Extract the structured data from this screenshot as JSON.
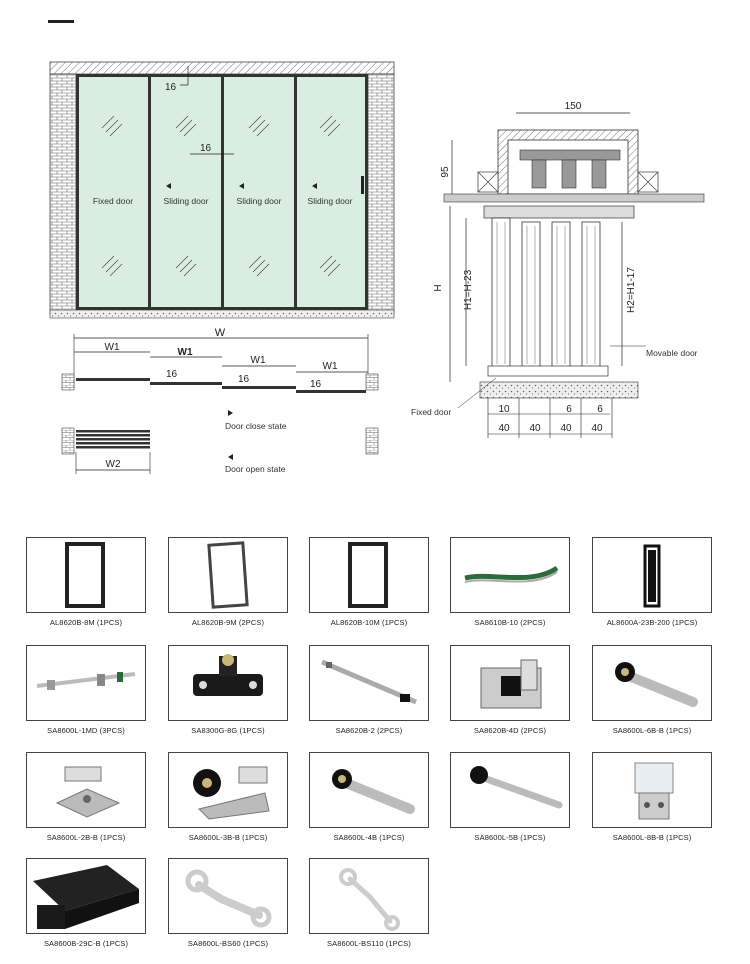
{
  "drawing": {
    "elevation": {
      "dim_top_gap": "16",
      "dim_mid_gap": "16",
      "panels": [
        {
          "label": "Fixed door"
        },
        {
          "label": "Sliding door"
        },
        {
          "label": "Sliding door"
        },
        {
          "label": "Sliding door"
        }
      ]
    },
    "plan": {
      "overall_width": "W",
      "segment_labels": [
        "W1",
        "W1",
        "W1",
        "W1"
      ],
      "offsets": [
        "16",
        "16",
        "16"
      ],
      "open_width": "W2",
      "legend_close": "Door close state",
      "legend_open": "Door open state"
    },
    "section": {
      "top_width": "150",
      "top_height": "95",
      "height": "H",
      "h1": "H1=H-23",
      "h2": "H2=H1-17",
      "movable": "Movable door",
      "fixed": "Fixed door",
      "offsets_row": [
        "10",
        "6",
        "6"
      ],
      "widths_row": [
        "40",
        "40",
        "40",
        "40"
      ]
    }
  },
  "parts": [
    {
      "code": "AL8620B-8M (1PCS)",
      "icon": "frame-dark"
    },
    {
      "code": "AL8620B-9M (2PCS)",
      "icon": "frame-light"
    },
    {
      "code": "AL8620B-10M (1PCS)",
      "icon": "frame-dark"
    },
    {
      "code": "SA8610B-10 (2PCS)",
      "icon": "gasket-strip"
    },
    {
      "code": "AL8600A-23B-200 (1PCS)",
      "icon": "handle-bar"
    },
    {
      "code": "SA8600L-1MD (3PCS)",
      "icon": "rod-assembly"
    },
    {
      "code": "SA8300G-8G (1PCS)",
      "icon": "roller-block"
    },
    {
      "code": "SA8620B-2 (2PCS)",
      "icon": "stopper-rail"
    },
    {
      "code": "SA8620B-4D (2PCS)",
      "icon": "clamp"
    },
    {
      "code": "SA8600L-6B-B (1PCS)",
      "icon": "arm-wheel"
    },
    {
      "code": "SA8600L-2B-B (1PCS)",
      "icon": "bracket-rollers"
    },
    {
      "code": "SA8600L-3B-B (1PCS)",
      "icon": "bracket-wheel"
    },
    {
      "code": "SA8600L-4B (1PCS)",
      "icon": "arm-wheel"
    },
    {
      "code": "SA8600L-5B (1PCS)",
      "icon": "arm-long"
    },
    {
      "code": "SA8600L-8B-B (1PCS)",
      "icon": "bracket-clear"
    },
    {
      "code": "SA8600B-29C-B (1PCS)",
      "icon": "track-profile"
    },
    {
      "code": "SA8600L-BS60 (1PCS)",
      "icon": "wrench"
    },
    {
      "code": "SA8600L-BS110 (1PCS)",
      "icon": "wrench-thin"
    }
  ]
}
